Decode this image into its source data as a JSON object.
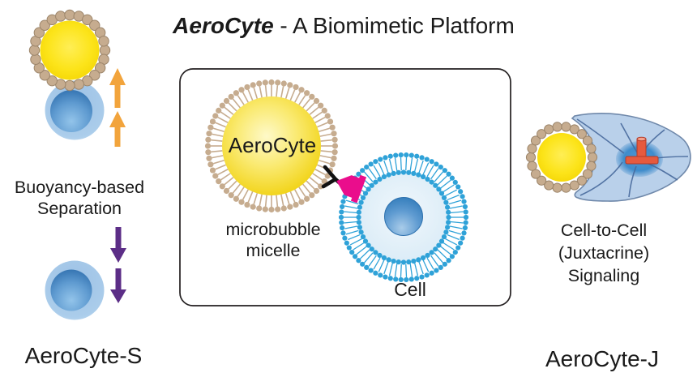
{
  "title": {
    "brand": "AeroCyte",
    "rest": " - A Biomimetic Platform"
  },
  "left_panel": {
    "caption_line1": "Buoyancy-based",
    "caption_line2": "Separation",
    "label": "AeroCyte-S"
  },
  "center_panel": {
    "bubble_label": "AeroCyte",
    "caption_line1": "microbubble",
    "caption_line2": "micelle",
    "cell_label": "Cell"
  },
  "right_panel": {
    "caption_line1": "Cell-to-Cell",
    "caption_line2": "(Juxtacrine)",
    "caption_line3": "Signaling",
    "label": "AeroCyte-J"
  },
  "colors": {
    "arrow_up_orange": "#F2A43C",
    "arrow_down_purple": "#5C2E87",
    "brand_label_orange": "#E4572E",
    "receptor_magenta": "#EA0D8C",
    "membrane_cyan": "#2FA2D8",
    "lipid_tan": "#C6AC8F",
    "signal_red": "#E65A3E"
  }
}
